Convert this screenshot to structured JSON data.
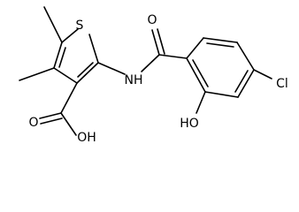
{
  "molecule": {
    "atoms": {
      "sulfur": "S",
      "amide_nh": "NH",
      "amide_o": "O",
      "chloro": "Cl",
      "hydroxy": "HO",
      "acid_oh": "OH",
      "acid_o": "O"
    }
  }
}
